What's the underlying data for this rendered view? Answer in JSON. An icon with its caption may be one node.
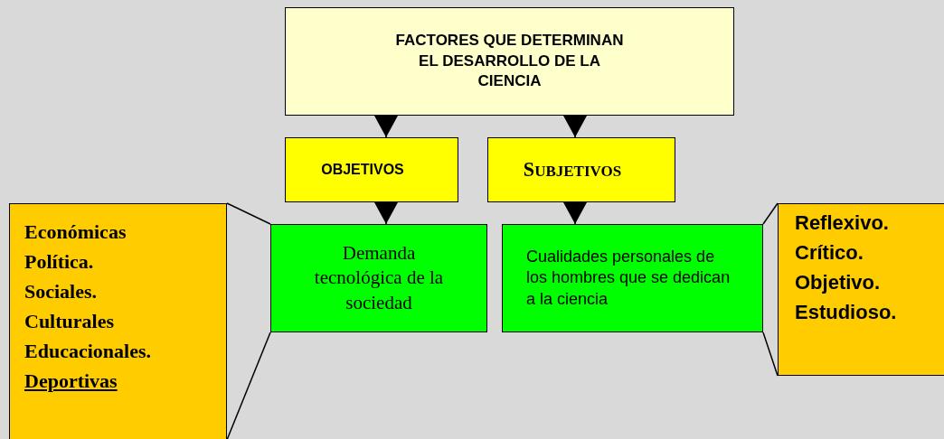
{
  "diagram": {
    "nodes": [
      {
        "text": [
          "FACTORES QUE DETERMINAN EL DESARROLLO DE LA CIENCIA"
        ]
      },
      {
        "text": [
          "OBJETIVOS"
        ]
      },
      {
        "text": [
          "SUBJETIVOS"
        ]
      },
      {
        "text": [
          "Demanda tecnológica de la sociedad"
        ]
      },
      {
        "text": [
          "Cualidades personales de los hombres que se dedican a la ciencia"
        ]
      },
      {
        "text": [
          "Económicas",
          "Política.",
          "Sociales.",
          "Culturales",
          "Educacionales.",
          "Deportivas"
        ]
      },
      {
        "text": [
          "Reflexivo.",
          "Crítico.",
          "Objetivo.",
          "Estudioso."
        ]
      }
    ],
    "edges": [
      {
        "from": 0,
        "to": 1,
        "arrow": "to"
      },
      {
        "from": 0,
        "to": 2,
        "arrow": "to"
      },
      {
        "from": 1,
        "to": 3,
        "arrow": "to"
      },
      {
        "from": 2,
        "to": 4,
        "arrow": "to"
      },
      {
        "from": 5,
        "to": 3,
        "arrow": "none"
      },
      {
        "from": 5,
        "to": 3,
        "arrow": "none"
      },
      {
        "from": 6,
        "to": 4,
        "arrow": "none"
      },
      {
        "from": 6,
        "to": 4,
        "arrow": "none"
      }
    ]
  }
}
